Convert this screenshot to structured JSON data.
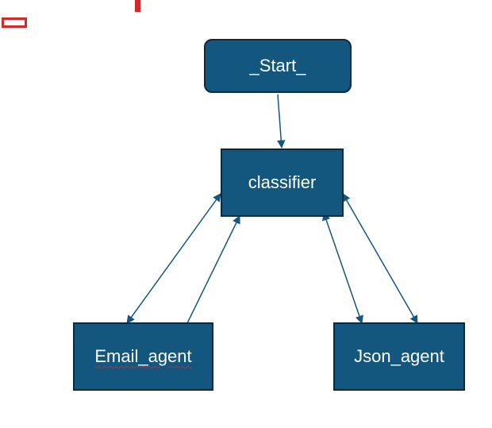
{
  "nodes": {
    "start": {
      "label": "_Start_"
    },
    "classifier": {
      "label": "classifier"
    },
    "email_agent": {
      "label": "Email_agent"
    },
    "json_agent": {
      "label": "Json_agent"
    }
  },
  "edges": [
    {
      "from": "start",
      "to": "classifier",
      "direction": "forward"
    },
    {
      "from": "email_agent",
      "to": "classifier",
      "direction": "both"
    },
    {
      "from": "email_agent",
      "to": "classifier",
      "direction": "forward"
    },
    {
      "from": "json_agent",
      "to": "classifier",
      "direction": "both"
    },
    {
      "from": "json_agent",
      "to": "classifier",
      "direction": "both"
    }
  ],
  "colors": {
    "node_fill": "#14577e",
    "node_border": "#0d2a3d",
    "node_text": "#ffffff",
    "edge": "#14577e",
    "spellcheck": "#c62828",
    "marker_red": "#d62828"
  }
}
